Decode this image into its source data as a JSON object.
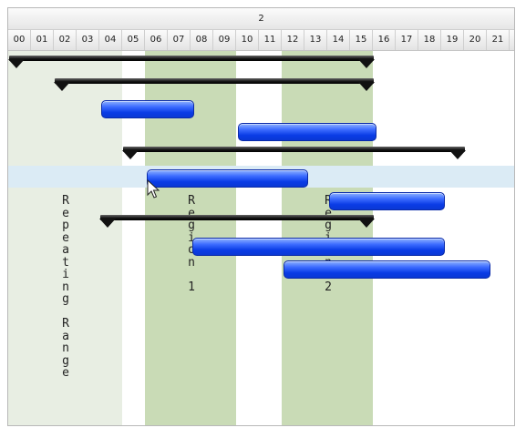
{
  "header": {
    "day_label": "2",
    "hours": [
      "00",
      "01",
      "02",
      "03",
      "04",
      "05",
      "06",
      "07",
      "08",
      "09",
      "10",
      "11",
      "12",
      "13",
      "14",
      "15",
      "16",
      "17",
      "18",
      "19",
      "20",
      "21"
    ]
  },
  "labels": {
    "repeating_range": "Repeating Range",
    "region1": "Region 1",
    "region2": "Region 2"
  },
  "colors": {
    "repeating_range": "#e8eee3",
    "region": "#c9dbb6",
    "highlight_row": "#dbebf5",
    "task_bar": "#0a3ce6",
    "summary_bar": "#000000"
  },
  "icons": {
    "cursor": "mouse-pointer-icon"
  }
}
